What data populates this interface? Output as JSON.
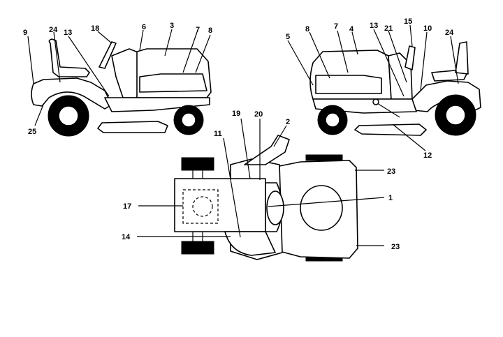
{
  "diagram": {
    "callouts": {
      "n1": "1",
      "n2": "2",
      "n3": "3",
      "n4": "4",
      "n5": "5",
      "n6": "6",
      "n7": "7",
      "n8": "8",
      "n9": "9",
      "n10": "10",
      "n11": "11",
      "n12": "12",
      "n13": "13",
      "n14": "14",
      "n15": "15",
      "n17": "17",
      "n18": "18",
      "n19": "19",
      "n20": "20",
      "n21": "21",
      "n23": "23",
      "n24": "24",
      "n25": "25"
    },
    "colors": {
      "line": "#000000",
      "background": "#ffffff"
    }
  }
}
